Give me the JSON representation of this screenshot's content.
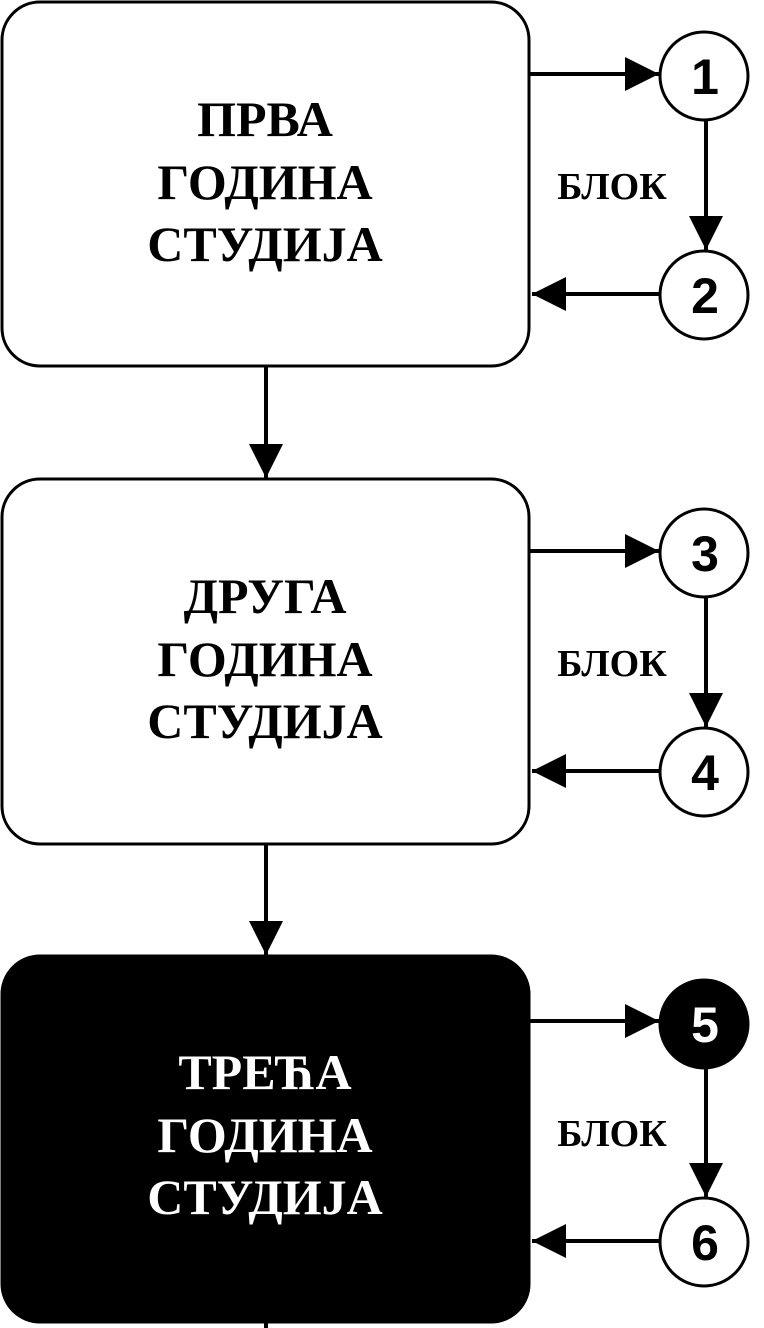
{
  "years": [
    {
      "lines": [
        "ПРВА",
        "ГОДИНА",
        "СТУДИЈА"
      ],
      "fill": "#ffffff",
      "text_color": "#000000",
      "block_label": "БЛОК",
      "circles": [
        {
          "label": "1",
          "fill": "#ffffff",
          "text_color": "#000000"
        },
        {
          "label": "2",
          "fill": "#ffffff",
          "text_color": "#000000"
        }
      ]
    },
    {
      "lines": [
        "ДРУГА",
        "ГОДИНА",
        "СТУДИЈА"
      ],
      "fill": "#ffffff",
      "text_color": "#000000",
      "block_label": "БЛОК",
      "circles": [
        {
          "label": "3",
          "fill": "#ffffff",
          "text_color": "#000000"
        },
        {
          "label": "4",
          "fill": "#ffffff",
          "text_color": "#000000"
        }
      ]
    },
    {
      "lines": [
        "ТРЕЋА",
        "ГОДИНА",
        "СТУДИЈА"
      ],
      "fill": "#000000",
      "text_color": "#ffffff",
      "block_label": "БЛОК",
      "circles": [
        {
          "label": "5",
          "fill": "#000000",
          "text_color": "#ffffff"
        },
        {
          "label": "6",
          "fill": "#ffffff",
          "text_color": "#000000"
        }
      ]
    }
  ]
}
